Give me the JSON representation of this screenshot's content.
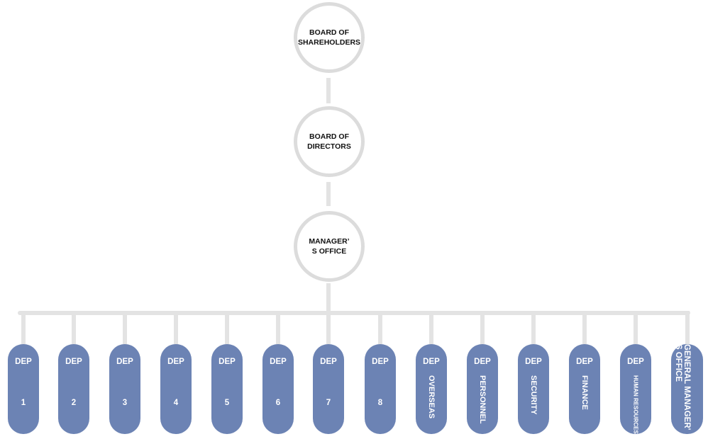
{
  "nodes": {
    "shareholders": "BOARD OF\nSHAREHOLDERS",
    "directors": "BOARD OF\nDIRECTORS",
    "manager": "MANAGER’\nS OFFICE"
  },
  "departments": [
    {
      "prefix": "DEP",
      "label": "1"
    },
    {
      "prefix": "DEP",
      "label": "2"
    },
    {
      "prefix": "DEP",
      "label": "3"
    },
    {
      "prefix": "DEP",
      "label": "4"
    },
    {
      "prefix": "DEP",
      "label": "5"
    },
    {
      "prefix": "DEP",
      "label": "6"
    },
    {
      "prefix": "DEP",
      "label": "7"
    },
    {
      "prefix": "DEP",
      "label": "8"
    },
    {
      "prefix": "DEP",
      "label": "OVERSEAS"
    },
    {
      "prefix": "DEP",
      "label": "PERSONNEL"
    },
    {
      "prefix": "DEP",
      "label": "SECURITY"
    },
    {
      "prefix": "DEP",
      "label": "FINANCE"
    },
    {
      "prefix": "DEP",
      "label": "HUMAN RESOURCES"
    }
  ],
  "gm_office": "GENERAL MANAGER'\nS OFFICE",
  "colors": {
    "department_fill": "#6c83b4",
    "connector": "#e3e3e3",
    "circle_border": "#dcdcdc",
    "node_text": "#111111",
    "department_text": "#ffffff"
  }
}
